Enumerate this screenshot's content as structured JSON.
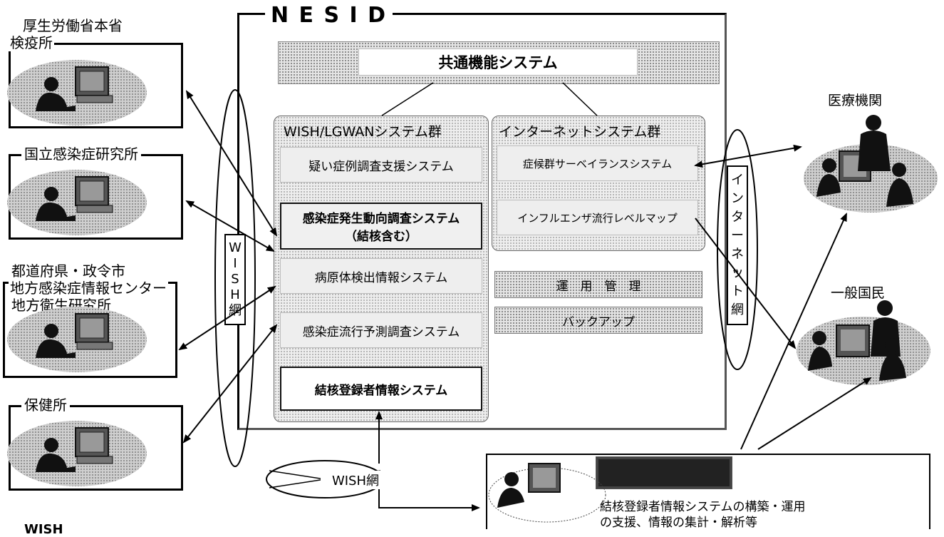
{
  "nesid": {
    "title": "N E S I D",
    "common": "共通機能システム",
    "wish_group": {
      "title": "WISH/LGWANシステム群",
      "items": [
        "疑い症例調査支援システム",
        "感染症発生動向調査システム",
        "（結核含む）",
        "病原体検出情報システム",
        "感染症流行予測調査システム",
        "結核登録者情報システム"
      ]
    },
    "internet_group": {
      "title": "インターネットシステム群",
      "items": [
        "症候群サーベイランスシステム",
        "インフルエンザ流行レベルマップ"
      ]
    },
    "ops": "運　用　管　理",
    "backup": "バックアップ"
  },
  "left": {
    "mhlw": [
      "厚生労働省本省",
      "検疫所"
    ],
    "niid": "国立感染症研究所",
    "pref": [
      "都道府県・政令市",
      "地方感染症情報センター",
      "地方衛生研究所"
    ],
    "hc": "保健所"
  },
  "networks": {
    "wish_vertical": [
      "W",
      "I",
      "S",
      "H",
      "網"
    ],
    "internet_vertical": [
      "イ",
      "ン",
      "タ",
      "ー",
      "ネ",
      "ッ",
      "ト",
      "網"
    ],
    "wish_bottom": "WISH網"
  },
  "right": {
    "medical": "医療機関",
    "public": "一般国民"
  },
  "bottom_box": [
    "結核登録者情報システムの構築・運用",
    "の支援、情報の集計・解析等"
  ],
  "footer": "WISH"
}
